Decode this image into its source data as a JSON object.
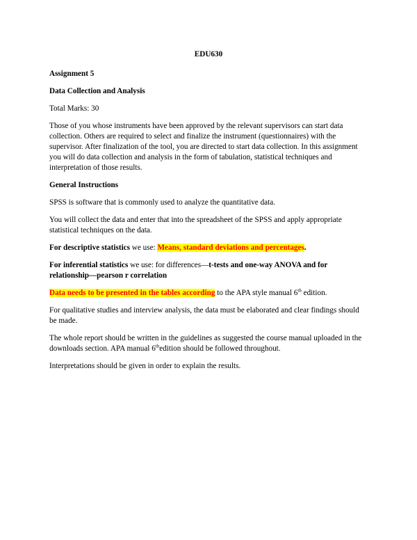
{
  "document": {
    "course_code": "EDU630",
    "assignment": "Assignment 5",
    "topic": "Data Collection and Analysis",
    "total_marks": "Total Marks: 30",
    "intro": "Those of you whose instruments have been approved by the relevant supervisors can start data collection. Others are required to select and finalize the instrument (questionnaires) with the supervisor. After finalization of the tool, you are directed to start data collection. In this assignment you will do data collection and analysis in the form of tabulation, statistical techniques and interpretation of those results.",
    "general_heading": "General Instructions",
    "spss_text": "SPSS is software that is commonly used to analyze the quantitative data.",
    "collect_text": "You will collect the data and enter that into the spreadsheet of the SPSS and apply appropriate statistical techniques on the data.",
    "descriptive": {
      "label": "For descriptive statistics",
      "mid": " we use: ",
      "highlight": "Means, standard deviations and percentages",
      "end": "."
    },
    "inferential": {
      "label": "For inferential statistics",
      "mid": " we use: for differences—",
      "tests": "t-tests and one-way ANOVA and for relationship—pearson r correlation"
    },
    "apa_line": {
      "highlight": "Data needs to be presented in the tables according",
      "rest": " to the APA style manual 6",
      "sup": "th",
      "end": " edition."
    },
    "qualitative_text": "For qualitative studies and interview analysis, the data must be elaborated and clear findings should be made.",
    "report_line": {
      "start": "The whole report should be written in the guidelines as suggested the course manual uploaded in the downloads section. APA manual 6",
      "sup": "th",
      "end": "edition should be followed throughout."
    },
    "interpretations_text": "Interpretations should be given in order to explain the results."
  },
  "colors": {
    "highlight": "#ffff00",
    "highlight_text": "#ff0000",
    "text": "#000000",
    "background": "#ffffff"
  }
}
